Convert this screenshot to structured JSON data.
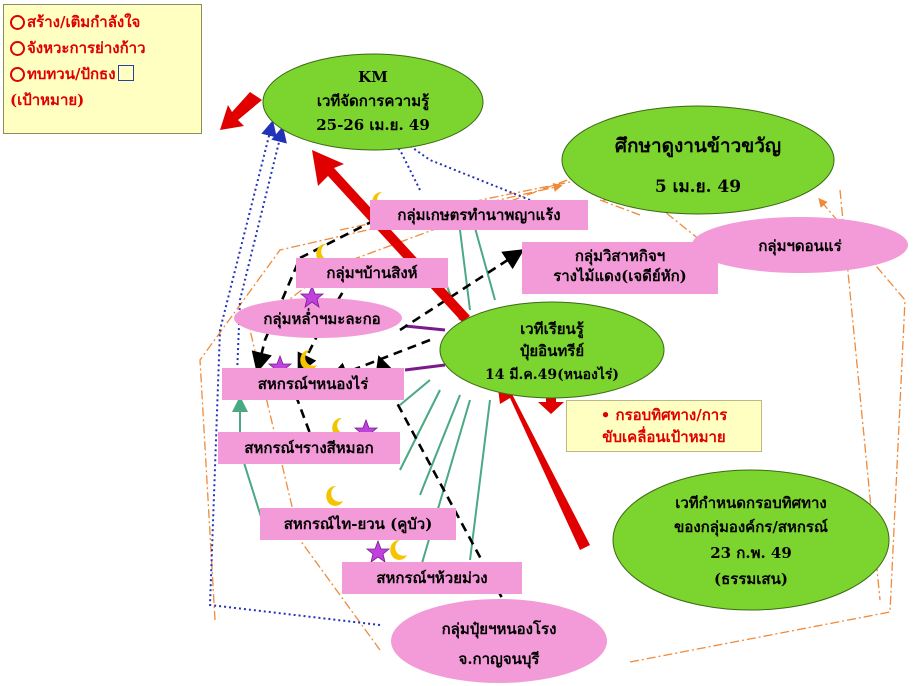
{
  "legend": {
    "items": [
      "สร้าง/เติมกำลังใจ",
      "จังหวะการย่างก้าว",
      "ทบทวน/ปักธง"
    ],
    "note": "(เป้าหมาย)",
    "icons": [
      "smiley-icon",
      "smiley-icon",
      "smiley-icon",
      "flag-icon"
    ]
  },
  "ellipses": {
    "km": {
      "line1": "KM",
      "line2": "เวทีจัดการความรู้",
      "line3": "25-26 เม.ย. 49"
    },
    "study": {
      "line1": "ศึกษาดูงานข้าวขวัญ",
      "line2": "5 เม.ย. 49"
    },
    "learning": {
      "line1": "เวทีเรียนรู้",
      "line2": "ปุ๋ยอินทรีย์",
      "line3": "14 มี.ค.49(หนองไร่)"
    },
    "direction": {
      "line1": "เวทีกำหนดกรอบทิศทาง",
      "line2": "ของกลุ่มองค์กร/สหกรณ์",
      "line3": "23 ก.พ. 49",
      "line4": "(ธรรมเสน)"
    },
    "donrae": {
      "label": "กลุ่มฯดอนแร่"
    },
    "lahmakok": {
      "label": "กลุ่มหล่ำฯมะละกอ"
    },
    "nongrong": {
      "line1": "กลุ่มปุ๋ยฯหนองโรง",
      "line2": "จ.กาญจนบุรี"
    }
  },
  "boxes": {
    "kaset": "กลุ่มเกษตรทำนาพญาแร้ง",
    "bansing": "กลุ่มฯบ้านสิงห์",
    "vitsahakit_1": "กลุ่มวิสาหกิจฯ",
    "vitsahakit_2": "รางไม้แดง(เจดีย์หัก)",
    "nongrai": "สหกรณ์ฯหนองไร่",
    "rangsee": "สหกรณ์ฯรางสีหมอก",
    "thaiyuan": "สหกรณ์ไท-ยวน (คูบัว)",
    "huaymuang": "สหกรณ์ฯห้วยม่วง"
  },
  "note": {
    "bullet": "•",
    "line1": "กรอบทิศทาง/การ",
    "line2": "ขับเคลื่อนเป้าหมาย"
  },
  "colors": {
    "ellipse_green": "#7cd42f",
    "box_pink": "#f39bd8",
    "legend_bg": "#ffffc2",
    "legend_text": "#e00000",
    "arrow_red": "#e00000",
    "arrow_blue": "#2333b8",
    "arrow_orange": "#f08a3a",
    "line_green": "#4aa882",
    "line_purple": "#7a1a8a",
    "star_magenta": "#c040e0",
    "moon_yellow": "#f5c400"
  }
}
